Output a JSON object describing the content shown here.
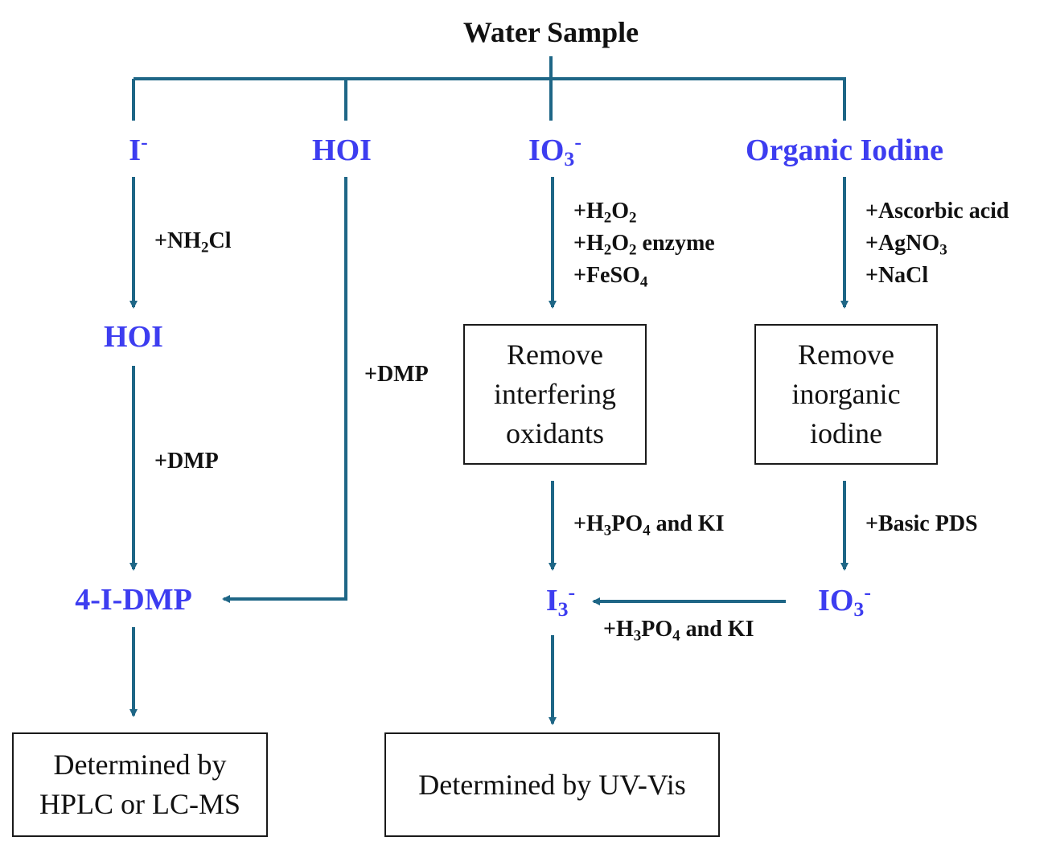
{
  "title": "Water Sample",
  "colors": {
    "line": "#1e6686",
    "species": "#3d3df0",
    "text": "#111111",
    "box_border": "#1a1a1a"
  },
  "species": {
    "iodide": "I",
    "iodide_charge": "-",
    "hoi_top": "HOI",
    "iodate_top": "IO",
    "iodate_top_sub": "3",
    "iodate_top_charge": "-",
    "organic_iodine": "Organic Iodine",
    "hoi_mid": "HOI",
    "product_4idmp": "4-I-DMP",
    "triiodide": "I",
    "triiodide_sub": "3",
    "triiodide_charge": "-",
    "iodate_bottom": "IO",
    "iodate_bottom_sub": "3",
    "iodate_bottom_charge": "-"
  },
  "reagents": {
    "nh2cl": {
      "a": "+NH",
      "sub": "2",
      "b": "Cl"
    },
    "dmp_left": "+DMP",
    "dmp_hoi": "+DMP",
    "h2o2": {
      "a": "+H",
      "sub1": "2",
      "b": "O",
      "sub2": "2"
    },
    "h2o2_enzyme": {
      "a": "+H",
      "sub1": "2",
      "b": "O",
      "sub2": "2",
      "c": " enzyme"
    },
    "feso4": {
      "a": "+FeSO",
      "sub": "4"
    },
    "ascorbic_acid": "+Ascorbic acid",
    "agno3": {
      "a": "+AgNO",
      "sub": "3"
    },
    "nacl": "+NaCl",
    "h3po4_ki_1": {
      "a": "+H",
      "sub1": "3",
      "b": "PO",
      "sub2": "4",
      "c": " and KI"
    },
    "basic_pds": "+Basic PDS",
    "h3po4_ki_2": {
      "a": "+H",
      "sub1": "3",
      "b": "PO",
      "sub2": "4",
      "c": " and KI"
    }
  },
  "boxes": {
    "remove_oxidants": [
      "Remove",
      "interfering",
      "oxidants"
    ],
    "remove_inorganic": [
      "Remove",
      "inorganic",
      "iodine"
    ],
    "hplc": [
      "Determined by",
      "HPLC or LC-MS"
    ],
    "uvvis": [
      "Determined by UV-Vis"
    ]
  }
}
